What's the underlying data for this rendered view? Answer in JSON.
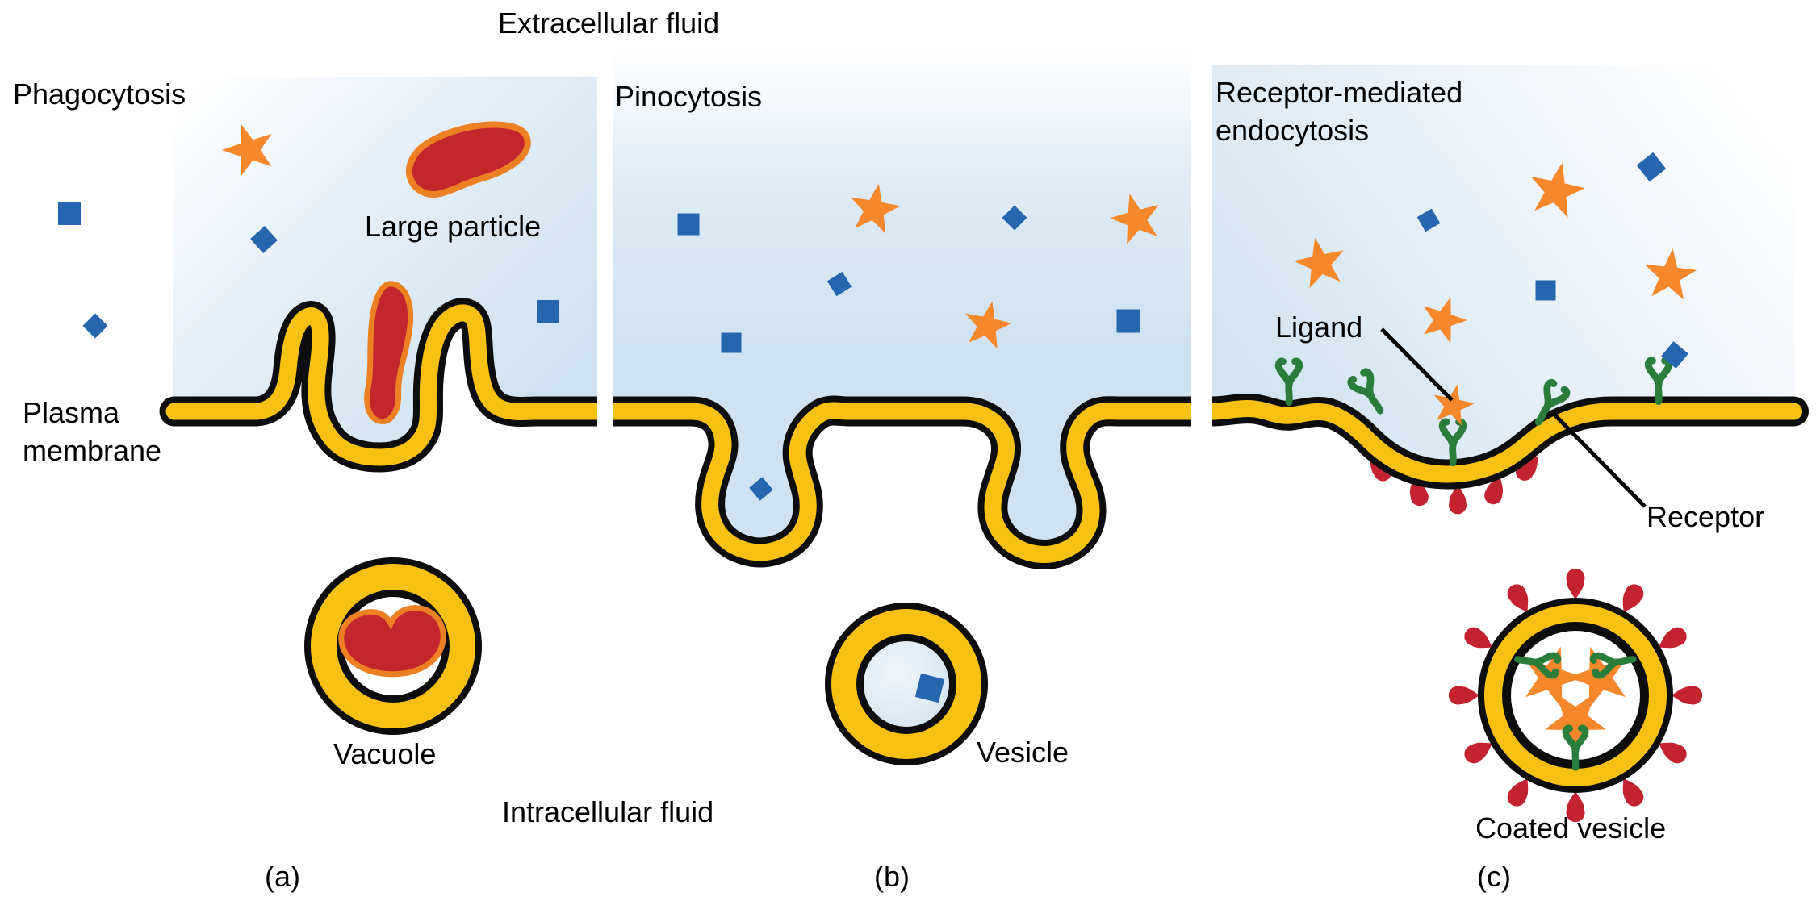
{
  "fluid_labels": {
    "extracellular": "Extracellular fluid",
    "intracellular": "Intracellular fluid"
  },
  "panels": [
    {
      "letter": "(a)",
      "title": "Phagocytosis",
      "labels": {
        "large_particle": "Large particle",
        "plasma_membrane": "Plasma\nmembrane",
        "vacuole": "Vacuole"
      }
    },
    {
      "letter": "(b)",
      "title": "Pinocytosis",
      "labels": {
        "vesicle": "Vesicle"
      }
    },
    {
      "letter": "(c)",
      "title": "Receptor-mediated\nendocytosis",
      "labels": {
        "ligand": "Ligand",
        "receptor": "Receptor",
        "coated_vesicle": "Coated vesicle"
      }
    }
  ],
  "particle_shapes": [
    "star",
    "square",
    "diamond",
    "large-particle-bean"
  ],
  "colors": {
    "membrane_yellow": "#f7c113",
    "outline_black": "#0d0d0d",
    "solute_blue": "#2566af",
    "ligand_star_orange": "#f6872b",
    "particle_red": "#c1272d",
    "particle_outline_orange": "#ee8024",
    "receptor_green": "#2b7d3c",
    "coat_protein_red": "#c32330",
    "extracellular_fluid_blue": "#cfe2f1"
  }
}
